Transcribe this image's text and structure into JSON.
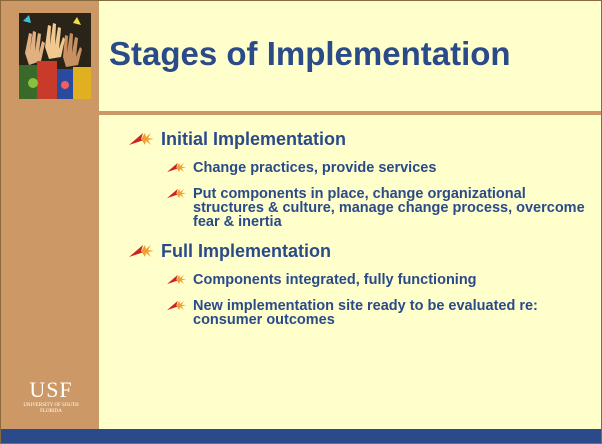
{
  "slide": {
    "title": "Stages of Implementation",
    "footer_text": "",
    "logo": {
      "mark": "USF",
      "subtitle": "UNIVERSITY OF SOUTH FLORIDA"
    },
    "bullets": [
      {
        "text": "Initial Implementation",
        "children": [
          "Change practices, provide services",
          "Put components in place, change organizational structures & culture, manage change process, overcome fear & inertia"
        ]
      },
      {
        "text": "Full Implementation",
        "children": [
          "Components integrated, fully functioning",
          "New implementation site ready to be evaluated re: consumer outcomes"
        ]
      }
    ]
  },
  "colors": {
    "background": "#ffffcc",
    "sidebar": "#cc9966",
    "title": "#2a4a8a",
    "footer": "#2a4a8a",
    "arrow_red": "#cc2222",
    "arrow_orange": "#f0a030"
  },
  "icons": {
    "bullet": "arrow-burst-icon",
    "header_image": "raised-hands-photo"
  }
}
